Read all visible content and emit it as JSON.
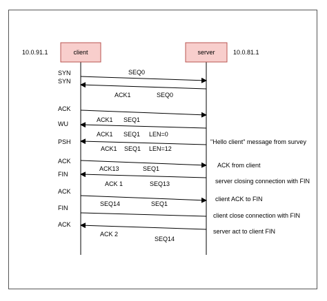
{
  "client": {
    "ip": "10.0.91.1",
    "name": "client"
  },
  "server": {
    "ip": "10.0.81.1",
    "name": "server"
  },
  "flags": [
    "SYN",
    "SYN",
    "ACK",
    "WU",
    "PSH",
    "ACK",
    "FIN",
    "ACK",
    "FIN",
    "ACK"
  ],
  "messages": [
    {
      "direction": "to-server",
      "labels": [
        "SEQ0"
      ],
      "note": ""
    },
    {
      "direction": "to-client",
      "labels": [
        "ACK1",
        "SEQ0"
      ],
      "note": ""
    },
    {
      "direction": "to-server",
      "labels": [
        "ACK1",
        "SEQ1"
      ],
      "note": ""
    },
    {
      "direction": "to-client",
      "labels": [
        "ACK1",
        "SEQ1",
        "LEN=0"
      ],
      "note": ""
    },
    {
      "direction": "to-client",
      "labels": [
        "ACK1",
        "SEQ1",
        "LEN=12"
      ],
      "note": "\"Hello client\" message from survey"
    },
    {
      "direction": "to-server",
      "labels": [
        "ACK13",
        "SEQ1"
      ],
      "note": "ACK from client"
    },
    {
      "direction": "to-client",
      "labels": [
        "ACK 1",
        "SEQ13"
      ],
      "note": "server closing connection with FIN"
    },
    {
      "direction": "to-server",
      "labels": [
        "SEQ14",
        "SEQ1"
      ],
      "note": "client ACK to FIN"
    },
    {
      "direction": "to-client",
      "labels": [],
      "note": "client close connection with FIN"
    },
    {
      "direction": "to-client",
      "labels": [
        "ACK 2",
        "SEQ14"
      ],
      "note": "server act to client FIN"
    }
  ],
  "colors": {
    "lifeline_fill": "#f8cecc",
    "lifeline_stroke": "#b85450",
    "line": "#000000"
  }
}
